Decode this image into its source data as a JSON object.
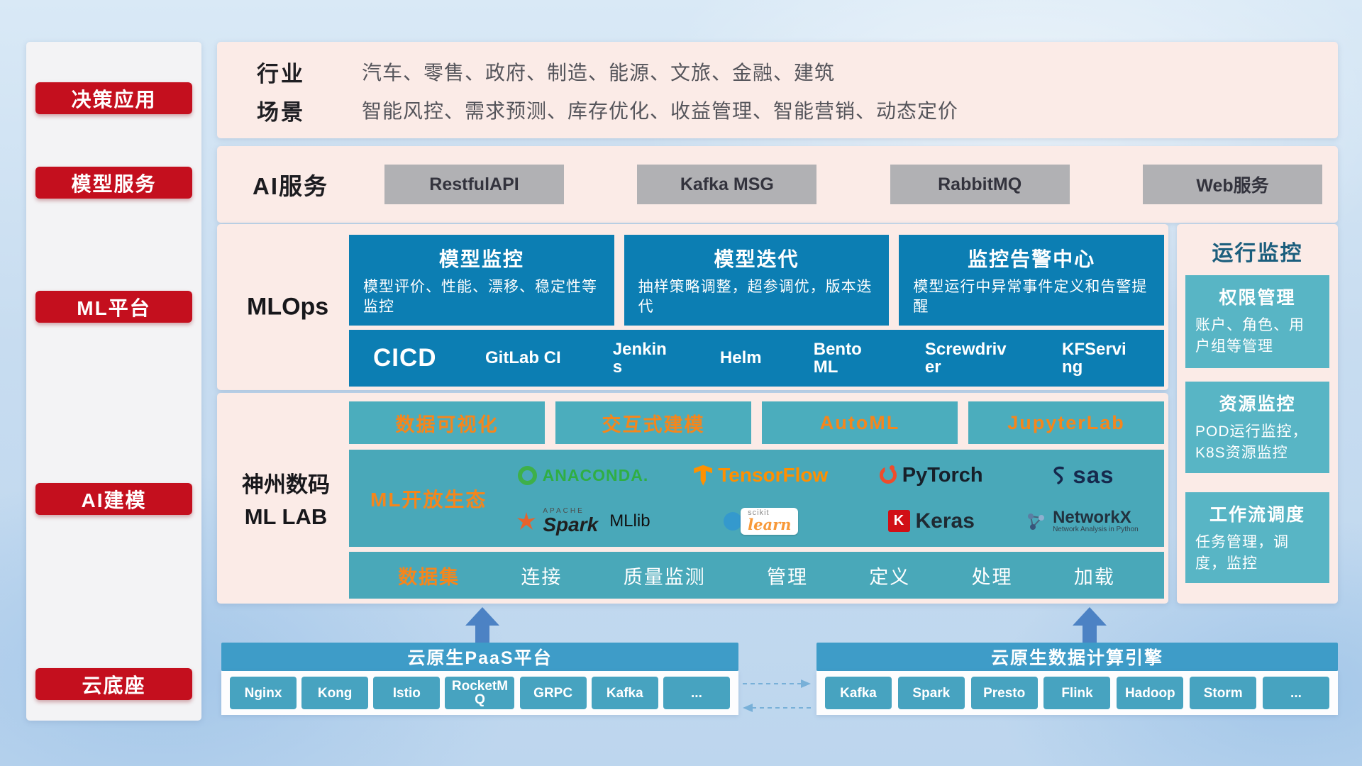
{
  "colors": {
    "red": "#c40f1e",
    "panel_pink": "#fbebe7",
    "deep_blue": "#0c7eb3",
    "teal": "#49a8b9",
    "teal_light": "#58b5c5",
    "orange": "#f5861c",
    "bar_blue": "#3e9cc8",
    "arrow_blue": "#4c82c4"
  },
  "sidebar": {
    "items": [
      "决策应用",
      "模型服务",
      "ML平台",
      "AI建模",
      "云底座"
    ]
  },
  "industry": {
    "rows": [
      {
        "label": "行业",
        "value": "汽车、零售、政府、制造、能源、文旅、金融、建筑"
      },
      {
        "label": "场景",
        "value": "智能风控、需求预测、库存优化、收益管理、智能营销、动态定价"
      }
    ]
  },
  "ai_service": {
    "label": "AI服务",
    "buttons": [
      "RestfulAPI",
      "Kafka MSG",
      "RabbitMQ",
      "Web服务"
    ]
  },
  "mlops": {
    "label": "MLOps",
    "cards": [
      {
        "title": "模型监控",
        "desc": "模型评价、性能、漂移、稳定性等监控"
      },
      {
        "title": "模型迭代",
        "desc": "抽样策略调整，超参调优，版本迭代"
      },
      {
        "title": "监控告警中心",
        "desc": "模型运行中异常事件定义和告警提醒"
      }
    ],
    "cicd_label": "CICD",
    "cicd_items": [
      "GitLab CI",
      "Jenkins",
      "Helm",
      "BentoML",
      "Screwdriver",
      "KFServing"
    ]
  },
  "monitoring": {
    "title": "运行监控",
    "cards": [
      {
        "title": "权限管理",
        "desc": "账户、角色、用户组等管理"
      },
      {
        "title": "资源监控",
        "desc": "POD运行监控，K8S资源监控"
      },
      {
        "title": "工作流调度",
        "desc": "任务管理，调度，监控"
      }
    ]
  },
  "mllab": {
    "label_line1": "神州数码",
    "label_line2": "ML LAB",
    "tools": [
      "数据可视化",
      "交互式建模",
      "AutoML",
      "JupyterLab"
    ],
    "ecosystem_label": "ML开放生态",
    "logos": {
      "anaconda": "ANACONDA.",
      "tensorflow": "TensorFlow",
      "pytorch": "PyTorch",
      "sas": "sas",
      "spark_top": "APACHE",
      "spark": "Spark",
      "mllib": "MLlib",
      "scikit_top": "scikit",
      "scikit": "learn",
      "keras_badge": "K",
      "keras": "Keras",
      "networkx": "NetworkX",
      "networkx_sub": "Network Analysis in Python"
    },
    "dataset_label": "数据集",
    "dataset_items": [
      "连接",
      "质量监测",
      "管理",
      "定义",
      "处理",
      "加载"
    ]
  },
  "foundation": {
    "paas_title": "云原生PaaS平台",
    "paas_items": [
      "Nginx",
      "Kong",
      "Istio",
      "RocketMQ",
      "GRPC",
      "Kafka",
      "..."
    ],
    "engine_title": "云原生数据计算引擎",
    "engine_items": [
      "Kafka",
      "Spark",
      "Presto",
      "Flink",
      "Hadoop",
      "Storm",
      "..."
    ]
  }
}
